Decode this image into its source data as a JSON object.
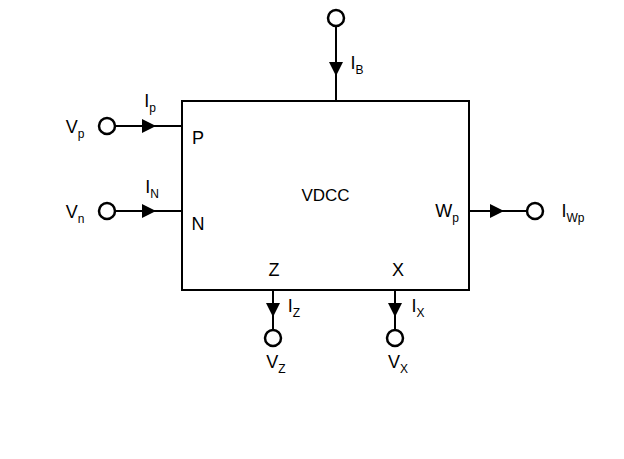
{
  "diagram": {
    "nodes": [
      {
        "text": [
          "VDCC"
        ]
      }
    ],
    "labels": [
      "Ip",
      "P",
      "IB",
      "Vp",
      "IN",
      "N",
      "Vn",
      "IWp",
      "Wp",
      "Z",
      "X",
      "IZ",
      "IX",
      "VZ",
      "VX"
    ]
  }
}
